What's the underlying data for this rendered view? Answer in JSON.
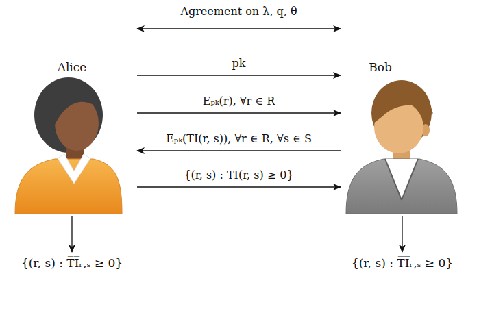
{
  "diagram": {
    "nodes": [
      {
        "text": [
          "Alice"
        ]
      },
      {
        "text": [
          "Bob"
        ]
      },
      {
        "text": [
          "{(r, s) : T̅I̅ᵣ,ₛ ≥ 0}"
        ]
      },
      {
        "text": [
          "{(r, s) : T̅I̅ᵣ,ₛ ≥ 0}"
        ]
      }
    ],
    "edges": [
      {
        "from": 0,
        "to": 1,
        "arrow": "both",
        "label": "Agreement on λ, q, θ"
      },
      {
        "from": 0,
        "to": 1,
        "arrow": "to",
        "label": "pk"
      },
      {
        "from": 0,
        "to": 1,
        "arrow": "to",
        "label": "Eₚₖ(r), ∀r ∈ R"
      },
      {
        "from": 1,
        "to": 0,
        "arrow": "to",
        "label": "Eₚₖ(T̅I̅(r, s)), ∀r ∈ R, ∀s ∈ S"
      },
      {
        "from": 0,
        "to": 1,
        "arrow": "to",
        "label": "{(r, s) : T̅I̅(r, s) ≥ 0}"
      },
      {
        "from": 0,
        "to": 2,
        "arrow": "to"
      },
      {
        "from": 1,
        "to": 3,
        "arrow": "to"
      }
    ]
  }
}
